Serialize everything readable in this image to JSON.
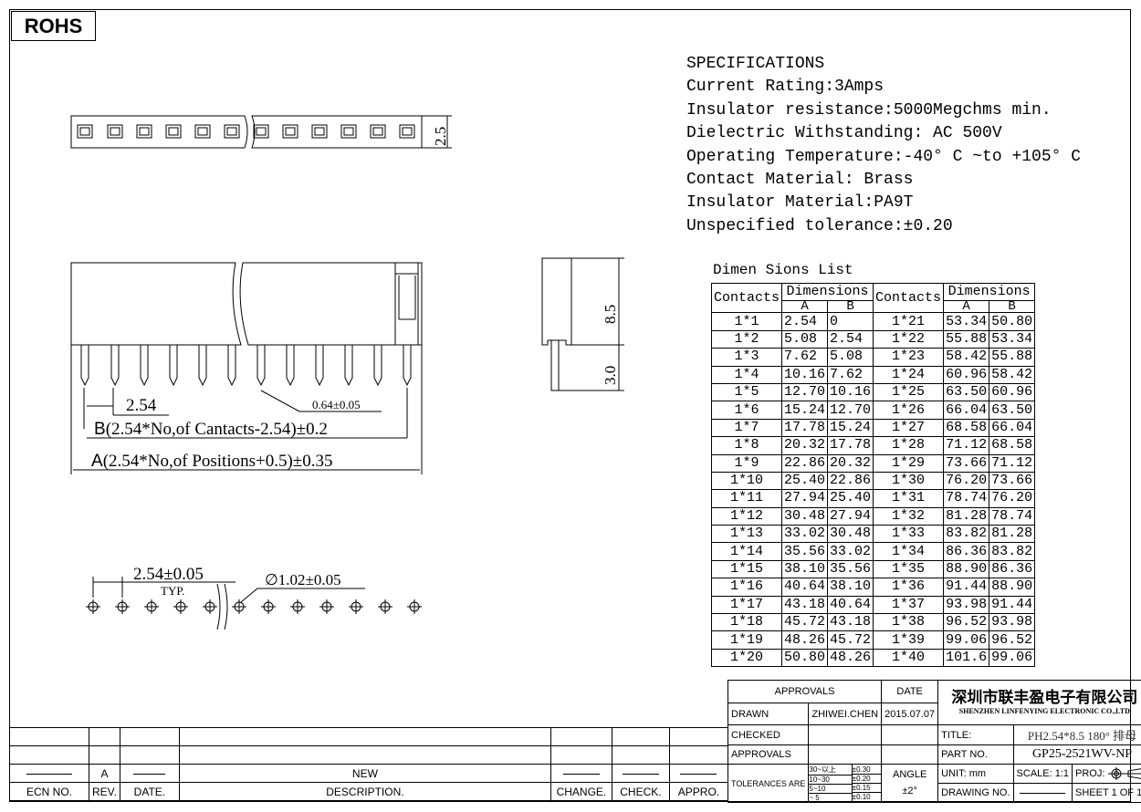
{
  "badge": "ROHS",
  "specs": {
    "heading": "SPECIFICATIONS",
    "lines": [
      "Current Rating:3Amps",
      "Insulator resistance:5000Megchms min.",
      "Dielectric Withstanding: AC 500V",
      "Operating Temperature:-40° C ~to +105° C",
      "Contact Material: Brass",
      "Insulator Material:PA9T",
      "Unspecified tolerance:±0.20"
    ]
  },
  "drawing": {
    "top_dim": "2.5",
    "pitch_dim": "2.54",
    "pin_dim": "0.64±0.05",
    "b_letter": "B",
    "b_dim": "(2.54*No,of Cantacts-2.54)±0.2",
    "a_letter": "A",
    "a_dim": "(2.54*No,of Positions+0.5)±0.35",
    "height_dim": "8.5",
    "pin_len_dim": "3.0",
    "fp_pitch": "2.54±0.05",
    "fp_typ": "TYP.",
    "fp_hole": "∅1.02±0.05"
  },
  "dim_table": {
    "title": "Dimen Sions List",
    "contacts_header": "Contacts",
    "dimensions_header": "Dimensions",
    "a_header": "A",
    "b_header": "B",
    "rows": [
      [
        "1*1",
        "2.54",
        "0",
        "1*21",
        "53.34",
        "50.80"
      ],
      [
        "1*2",
        "5.08",
        "2.54",
        "1*22",
        "55.88",
        "53.34"
      ],
      [
        "1*3",
        "7.62",
        "5.08",
        "1*23",
        "58.42",
        "55.88"
      ],
      [
        "1*4",
        "10.16",
        "7.62",
        "1*24",
        "60.96",
        "58.42"
      ],
      [
        "1*5",
        "12.70",
        "10.16",
        "1*25",
        "63.50",
        "60.96"
      ],
      [
        "1*6",
        "15.24",
        "12.70",
        "1*26",
        "66.04",
        "63.50"
      ],
      [
        "1*7",
        "17.78",
        "15.24",
        "1*27",
        "68.58",
        "66.04"
      ],
      [
        "1*8",
        "20.32",
        "17.78",
        "1*28",
        "71.12",
        "68.58"
      ],
      [
        "1*9",
        "22.86",
        "20.32",
        "1*29",
        "73.66",
        "71.12"
      ],
      [
        "1*10",
        "25.40",
        "22.86",
        "1*30",
        "76.20",
        "73.66"
      ],
      [
        "1*11",
        "27.94",
        "25.40",
        "1*31",
        "78.74",
        "76.20"
      ],
      [
        "1*12",
        "30.48",
        "27.94",
        "1*32",
        "81.28",
        "78.74"
      ],
      [
        "1*13",
        "33.02",
        "30.48",
        "1*33",
        "83.82",
        "81.28"
      ],
      [
        "1*14",
        "35.56",
        "33.02",
        "1*34",
        "86.36",
        "83.82"
      ],
      [
        "1*15",
        "38.10",
        "35.56",
        "1*35",
        "88.90",
        "86.36"
      ],
      [
        "1*16",
        "40.64",
        "38.10",
        "1*36",
        "91.44",
        "88.90"
      ],
      [
        "1*17",
        "43.18",
        "40.64",
        "1*37",
        "93.98",
        "91.44"
      ],
      [
        "1*18",
        "45.72",
        "43.18",
        "1*38",
        "96.52",
        "93.98"
      ],
      [
        "1*19",
        "48.26",
        "45.72",
        "1*39",
        "99.06",
        "96.52"
      ],
      [
        "1*20",
        "50.80",
        "48.26",
        "1*40",
        "101.6",
        "99.06"
      ]
    ]
  },
  "title_block": {
    "approvals": "APPROVALS",
    "date": "DATE",
    "drawn": "DRAWN",
    "drawn_by": "ZHIWEI.CHEN",
    "drawn_date": "2015.07.07",
    "checked": "CHECKED",
    "approvals2": "APPROVALS",
    "tolerances": "TOLERANCES ARE",
    "tol_rows": [
      [
        "30~以上",
        "±0.30"
      ],
      [
        "10~30",
        "±0.20"
      ],
      [
        "5~10",
        "±0.15"
      ],
      [
        "~ 5",
        "±0.10"
      ]
    ],
    "angle": "ANGLE",
    "angle_tol": "±2°",
    "company_cn": "深圳市联丰盈电子有限公司",
    "company_en": "SHENZHEN LINFENYING ELECTRONIC CO.,LTD",
    "title_label": "TITLE:",
    "title": "PH2.54*8.5 180° 排母",
    "part_label": "PART NO.",
    "part_no": "GP25-2521WV-NP",
    "unit": "UNIT: mm",
    "scale": "SCALE:  1:1",
    "proj": "PROJ:",
    "drawing_no_label": "DRAWING NO.",
    "sheet": "SHEET  1 OF 1"
  },
  "revision": {
    "rev": "A",
    "description": "NEW",
    "headers": [
      "ECN NO.",
      "REV.",
      "DATE.",
      "DESCRIPTION.",
      "CHANGE.",
      "CHECK.",
      "APPRO."
    ]
  }
}
